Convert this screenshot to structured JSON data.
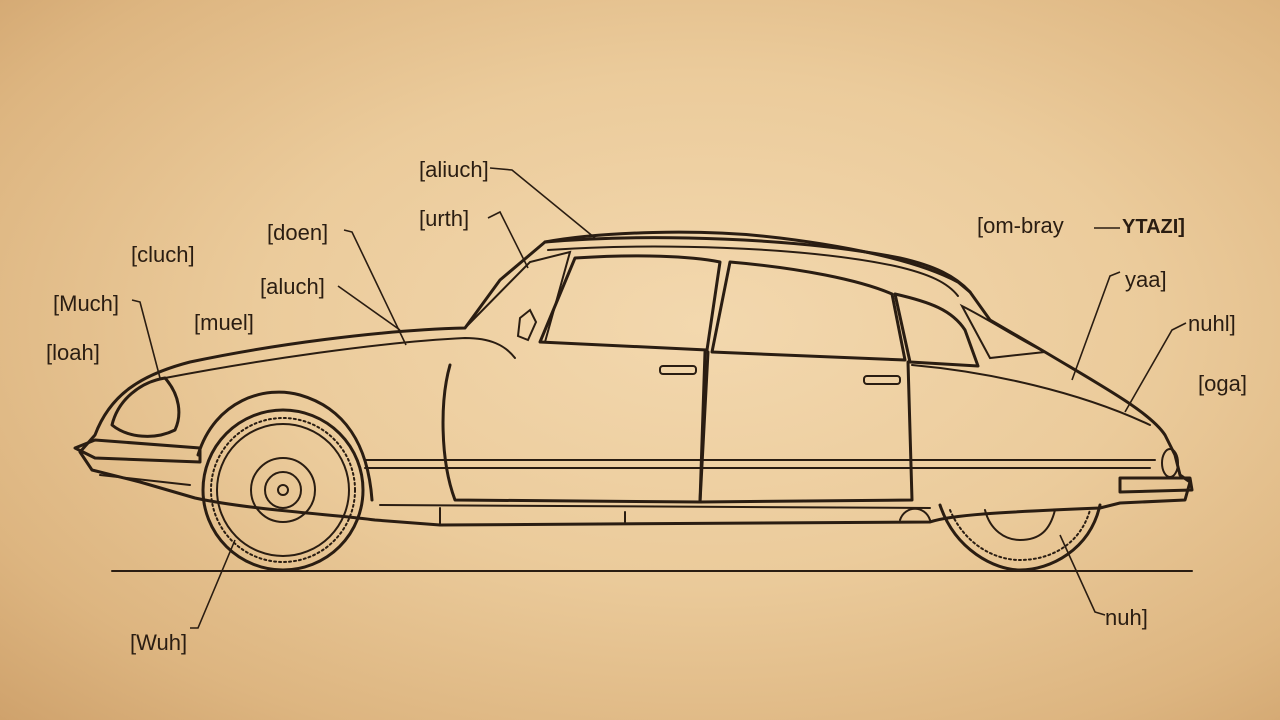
{
  "labels": {
    "l_top_center": "[aliuch]",
    "l_urth": "[urth]",
    "l_doen": "[doen]",
    "l_aluch": "[aluch]",
    "l_muel": "[muel]",
    "l_cluch": "[cluch]",
    "l_much": "[Much]",
    "l_loah": "[loah]",
    "l_wuh": "[Wuh]",
    "l_ombray": "[om-bray",
    "l_ytazi": "YTAZI]",
    "l_yaa": "yaa]",
    "l_nuhl": "nuhl]",
    "l_oga": "[oga]",
    "l_nuh_bottom": "nuh]"
  },
  "colors": {
    "ink": "#2a1d12",
    "paper": "#ebcb9b"
  }
}
